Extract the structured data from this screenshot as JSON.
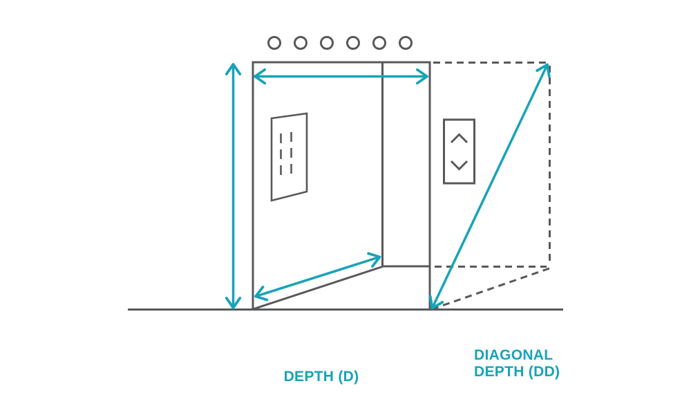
{
  "colors": {
    "accent": "#17A3B8",
    "line": "#57585A",
    "background": "#FFFFFF"
  },
  "labels": {
    "depth": "DEPTH (D)",
    "diagonal_line1": "DIAGONAL",
    "diagonal_line2": "DEPTH (DD)"
  },
  "lights": {
    "count": 6
  },
  "icons": {
    "ceiling_lights": "circle-row",
    "panel_up": "chevron-up",
    "panel_down": "chevron-down",
    "height_measure": "double-headed-arrow-vertical",
    "depth_measure": "double-headed-arrow-horizontal",
    "floor_depth_measure": "double-headed-arrow-diagonal",
    "diagonal_depth_measure": "double-headed-arrow-diagonal"
  }
}
